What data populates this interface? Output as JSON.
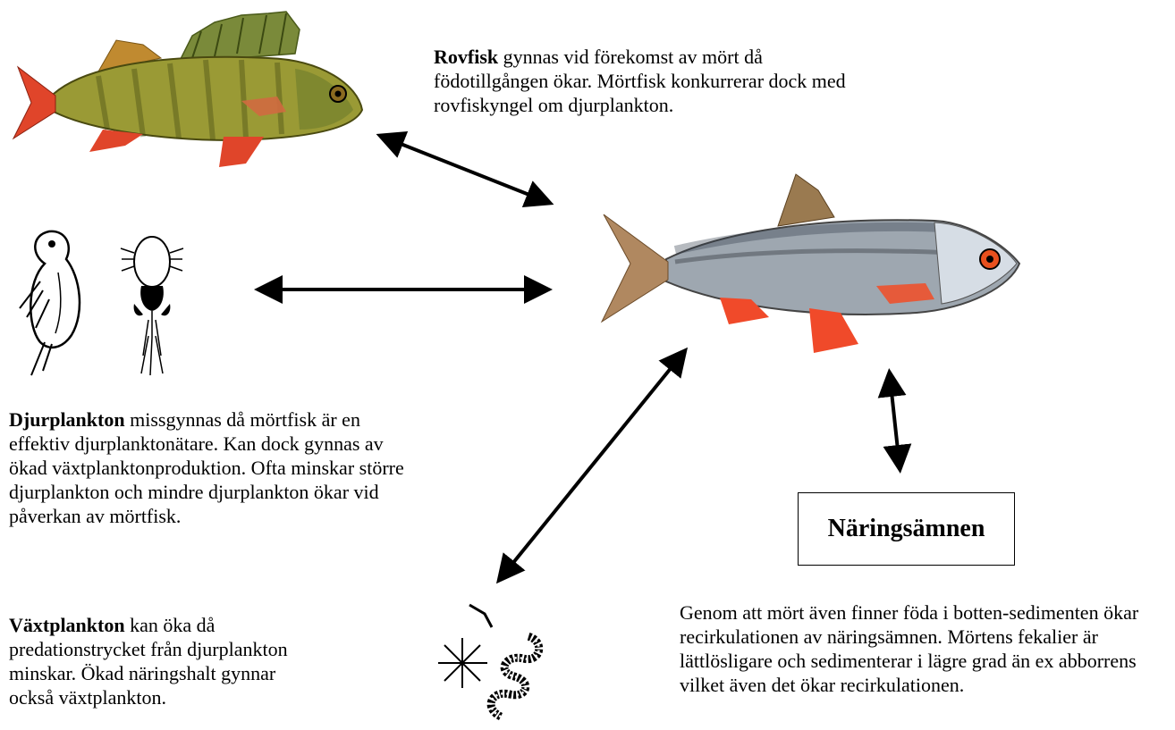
{
  "rovfisk": {
    "bold": "Rovfisk",
    "text": " gynnas vid förekomst av mört då födotillgången ökar. Mörtfisk konkurrerar dock med rovfiskyngel om djurplankton."
  },
  "djurplankton": {
    "bold": "Djurplankton",
    "text": " missgynnas då mörtfisk är en effektiv djurplanktonätare. Kan dock gynnas av ökad växtplanktonproduktion. Ofta minskar större djurplankton och mindre djurplankton ökar vid påverkan av mörtfisk."
  },
  "vaxtplankton": {
    "bold": "Växtplankton",
    "text": " kan öka då predationstrycket från djurplankton minskar. Ökad näringshalt gynnar också växtplankton."
  },
  "naring": {
    "label": "Näringsämnen",
    "text": "Genom att mört även finner föda i botten-sedimenten ökar recirkulationen av näringsämnen. Mörtens fekalier är lättlösligare och sedimenterar i lägre grad än ex abborrens vilket även det ökar recirkulationen."
  },
  "icons": [
    "perch-fish",
    "roach-fish",
    "daphnia",
    "copepod",
    "phytoplankton"
  ]
}
